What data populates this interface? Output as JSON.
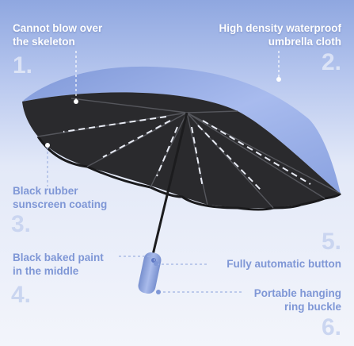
{
  "features": [
    {
      "line1": "Cannot blow over",
      "line2": "the skeleton",
      "number": "1."
    },
    {
      "line1": "High density waterproof",
      "line2": "umbrella cloth",
      "number": "2."
    },
    {
      "line1": "Black rubber",
      "line2": "sunscreen coating",
      "number": "3."
    },
    {
      "line1": "Black baked paint",
      "line2": "in the middle",
      "number": "4."
    },
    {
      "line1": "Fully automatic button",
      "line2": "",
      "number": "5."
    },
    {
      "line1": "Portable hanging",
      "line2": "ring buckle",
      "number": "6."
    }
  ],
  "colors": {
    "canopy_outer": "#8ea6e2",
    "canopy_inner": "#2b2b2e",
    "label_blue": "#7f97d6",
    "handle": "#8ea4da"
  },
  "icons": [
    "umbrella-illustration"
  ]
}
